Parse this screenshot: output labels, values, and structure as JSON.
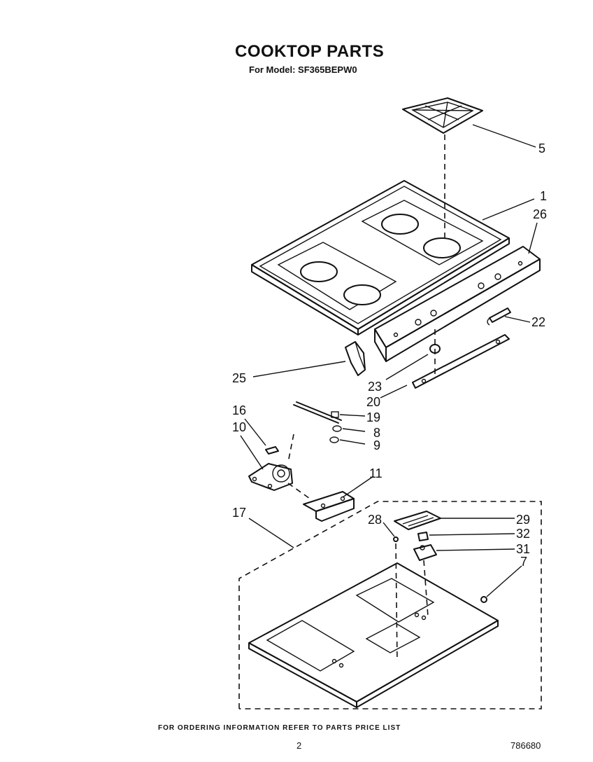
{
  "header": {
    "title": "COOKTOP PARTS",
    "model_line": "For Model: SF365BEPW0"
  },
  "callouts": {
    "c5": "5",
    "c1": "1",
    "c26": "26",
    "c22": "22",
    "c25": "25",
    "c23": "23",
    "c20": "20",
    "c16": "16",
    "c19": "19",
    "c10": "10",
    "c8": "8",
    "c9": "9",
    "c11": "11",
    "c17": "17",
    "c28": "28",
    "c29": "29",
    "c32": "32",
    "c31": "31",
    "c7": "7"
  },
  "footer": {
    "ordering_note": "FOR ORDERING INFORMATION REFER TO PARTS PRICE LIST",
    "page_number": "2",
    "document_number": "786680"
  }
}
